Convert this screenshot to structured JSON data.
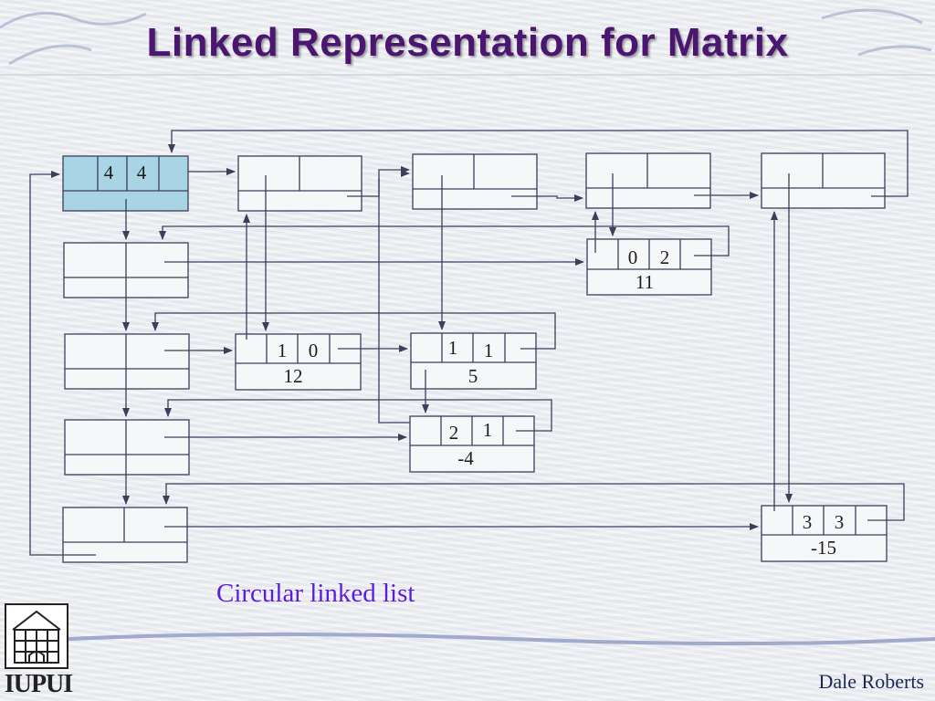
{
  "title": "Linked Representation for Matrix",
  "caption": "Circular linked list",
  "author": "Dale Roberts",
  "logo": {
    "name": "IUPUI"
  },
  "colors": {
    "title": "#4b1670",
    "caption": "#5a1ee0",
    "header_node_fill": "#a9d4e3",
    "line": "#3b3f5a"
  },
  "header_node": {
    "rows": "4",
    "cols": "4"
  },
  "column_heads": [
    "",
    "",
    "",
    ""
  ],
  "row_heads": [
    "",
    "",
    "",
    ""
  ],
  "elements": [
    {
      "row": "0",
      "col": "2",
      "value": "11"
    },
    {
      "row": "1",
      "col": "0",
      "value": "12"
    },
    {
      "row": "1",
      "col": "1",
      "value": "5"
    },
    {
      "row": "2",
      "col": "1",
      "value": "-4"
    },
    {
      "row": "3",
      "col": "3",
      "value": "-15"
    }
  ]
}
